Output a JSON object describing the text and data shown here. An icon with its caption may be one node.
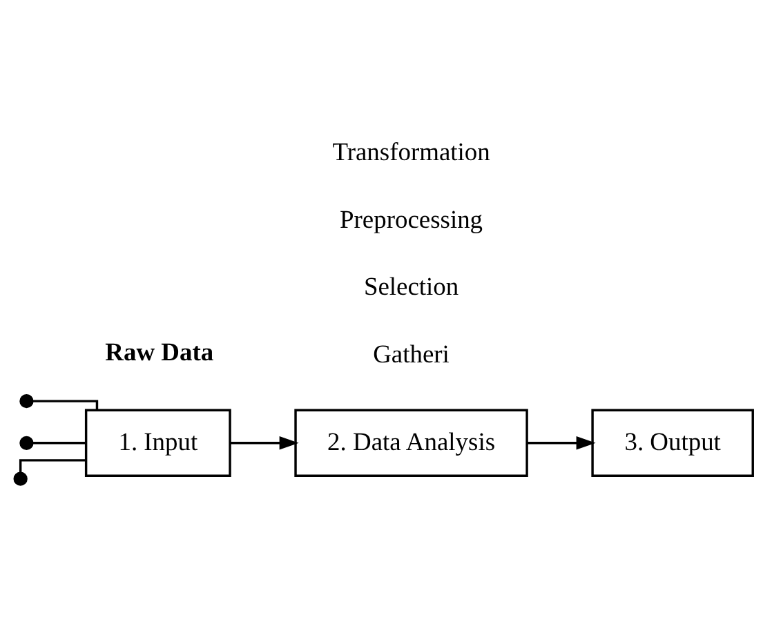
{
  "diagram": {
    "nodes": [
      {
        "text": [
          "1. Input"
        ]
      },
      {
        "text": [
          "2. Data Analysis"
        ]
      },
      {
        "text": [
          "3. Output"
        ]
      }
    ],
    "edges": [
      {
        "from": null,
        "to": 0,
        "arrow": "other"
      },
      {
        "from": null,
        "to": 0,
        "arrow": "other"
      },
      {
        "from": null,
        "to": 0,
        "arrow": "other"
      },
      {
        "from": 0,
        "to": 1,
        "arrow": "to"
      },
      {
        "from": 1,
        "to": 2,
        "arrow": "to"
      }
    ],
    "labels": [
      "Transformation",
      "Preprocessing",
      "Selection",
      "Gatheri",
      "Raw Data"
    ]
  }
}
